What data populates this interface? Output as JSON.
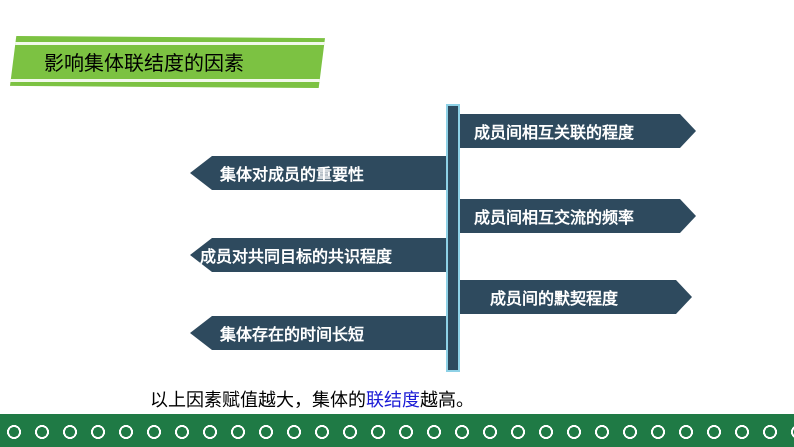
{
  "title": "影响集体联结度的因素",
  "signs_right": [
    "成员间相互关联的程度",
    "成员间相互交流的频率",
    "成员间的默契程度"
  ],
  "signs_left": [
    "集体对成员的重要性",
    "成员对共同目标的共识程度",
    "集体存在的时间长短"
  ],
  "conclusion": {
    "before": "以上因素赋值越大，集体的",
    "highlight": "联结度",
    "after": "越高。"
  },
  "colors": {
    "title_bg": "#7cc242",
    "sign_bg": "#2e4a5e",
    "highlight": "#1b1bd6",
    "footer": "#1f7a45"
  }
}
